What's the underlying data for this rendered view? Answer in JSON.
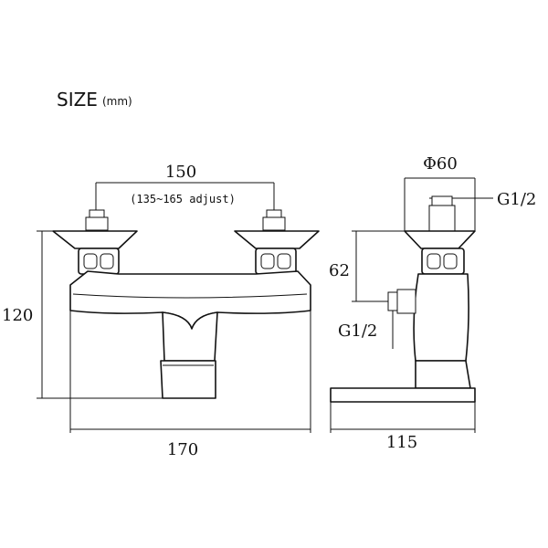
{
  "title": {
    "main": "SIZE",
    "unit": "(mm)"
  },
  "front_view": {
    "inlet_spacing": "150",
    "inlet_adjust": "(135~165 adjust)",
    "height": "120",
    "width": "170"
  },
  "side_view": {
    "handle_diameter": "Φ60",
    "top_connection": "G1/2",
    "center_height": "62",
    "inlet_connection": "G1/2",
    "depth": "115"
  }
}
